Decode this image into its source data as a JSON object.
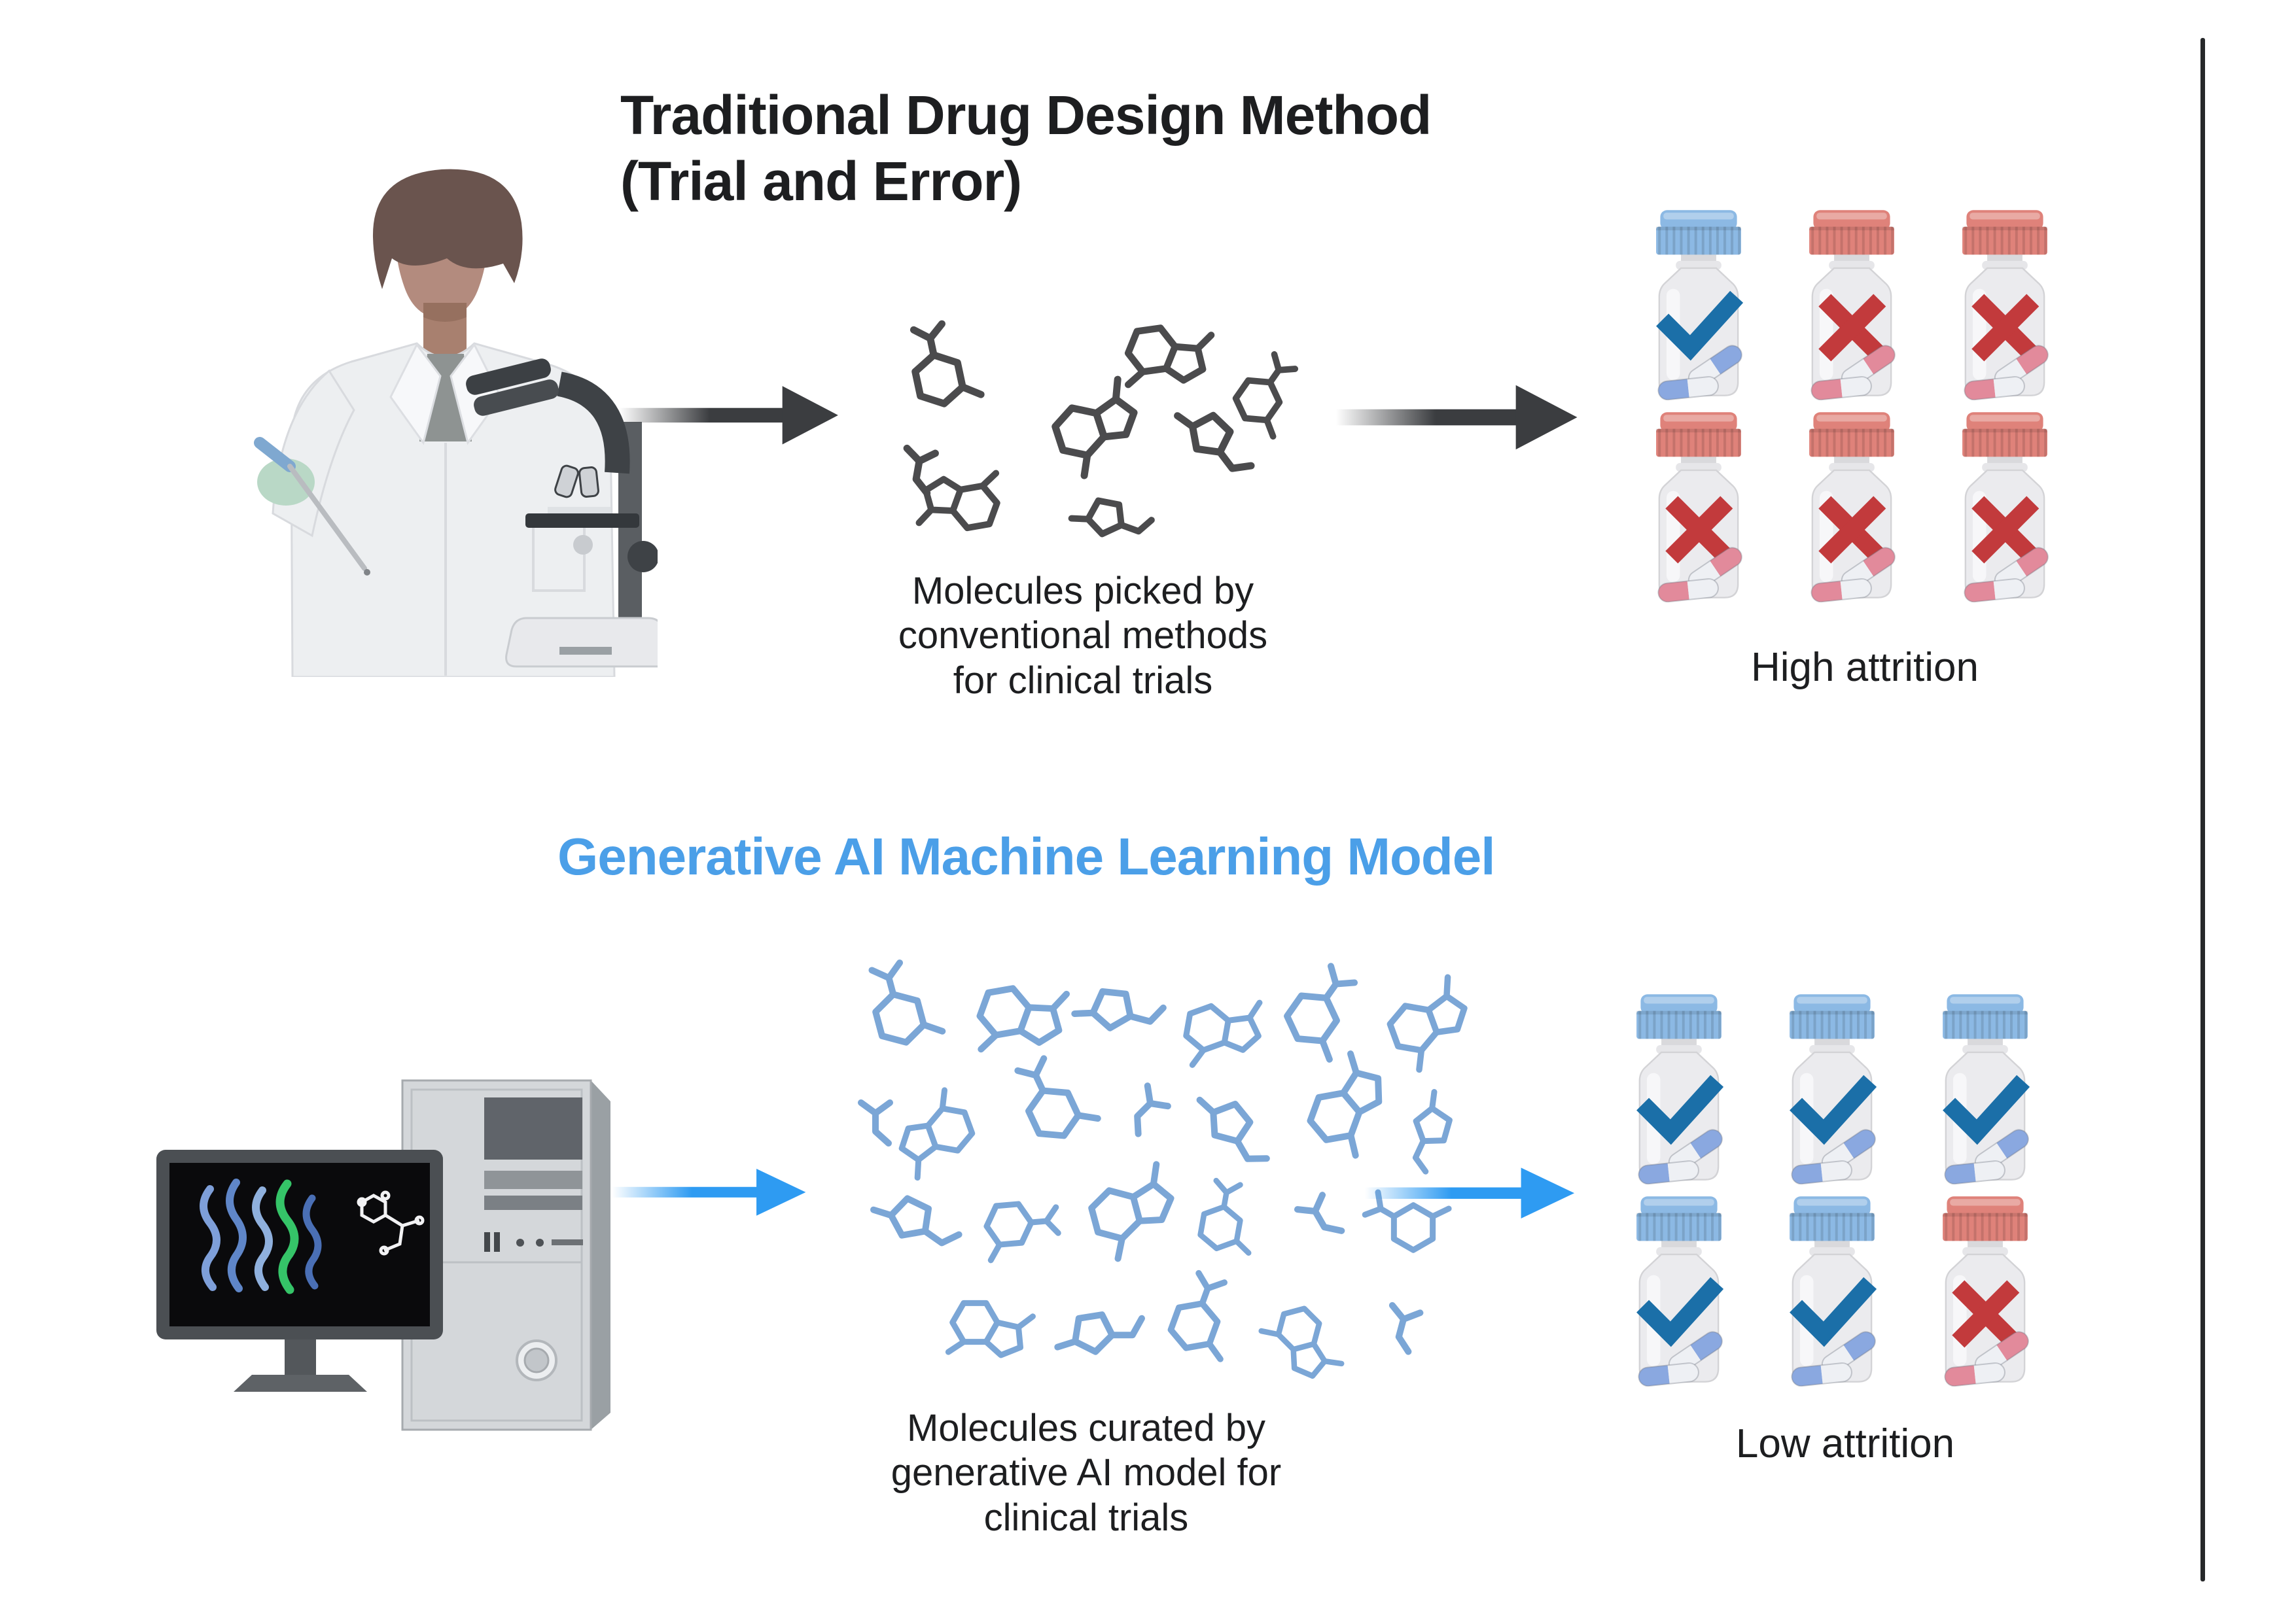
{
  "colors": {
    "text_dark": "#1d1e20",
    "accent_blue": "#4b9fe8",
    "molecule_dark": "#4b4b4d",
    "molecule_blue": "#7ba6d6",
    "arrow_dark": "#3b3d40",
    "arrow_blue": "#2e9bf2",
    "pass_mark": "#1b6fa8",
    "fail_mark": "#c23a3c",
    "cap_blue": "#8cb9e4",
    "cap_red": "#df827a",
    "pill_blue": "#8aa8e0",
    "pill_pink": "#e28a9b",
    "divider": "#26282a"
  },
  "traditional": {
    "title": "Traditional Drug Design Method\n(Trial and Error)",
    "caption": "Molecules picked by\nconventional methods\nfor clinical trials",
    "result_label": "High attrition",
    "bottles": [
      "check",
      "x",
      "x",
      "x",
      "x",
      "x"
    ]
  },
  "generative": {
    "title": "Generative AI Machine Learning Model",
    "caption": "Molecules curated by\ngenerative AI model for\nclinical trials",
    "result_label": "Low attrition",
    "bottles": [
      "check",
      "check",
      "check",
      "check",
      "check",
      "x"
    ]
  }
}
